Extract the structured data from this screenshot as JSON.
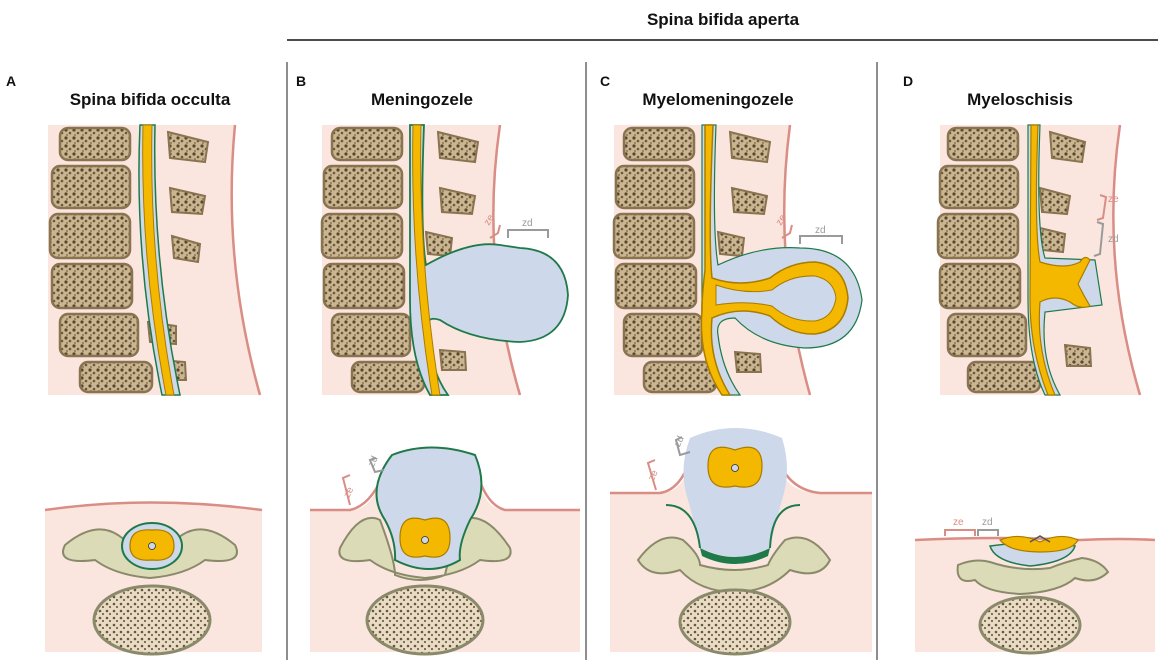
{
  "supertitle": "Spina bifida aperta",
  "panels": [
    {
      "letter": "A",
      "title": "Spina bifida occulta"
    },
    {
      "letter": "B",
      "title": "Meningozele"
    },
    {
      "letter": "C",
      "title": "Myelomeningozele"
    },
    {
      "letter": "D",
      "title": "Myeloschisis"
    }
  ],
  "labels": {
    "ze": "ze",
    "zd": "zd"
  },
  "colors": {
    "skin": "#fbe6df",
    "skin_edge": "#d98d84",
    "bone_fill": "#dcc9a6",
    "bone_edge": "#8a7350",
    "cord": "#f5b800",
    "cord_edge": "#a97c00",
    "csf": "#cdd8ea",
    "membrane": "#1f7a4a",
    "ze_color": "#d98d84",
    "zd_color": "#9a9a9a"
  }
}
